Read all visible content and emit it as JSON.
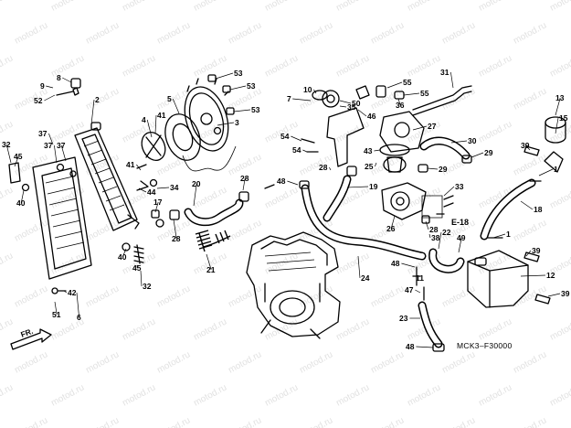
{
  "diagram": {
    "drawing_code": "MCK3–F30000",
    "reference_mark": "E-18",
    "direction_label": "FR.",
    "watermark": "motod.ru",
    "callouts": [
      {
        "label": "1"
      },
      {
        "label": "1"
      },
      {
        "label": "2"
      },
      {
        "label": "3"
      },
      {
        "label": "4"
      },
      {
        "label": "5"
      },
      {
        "label": "6"
      },
      {
        "label": "7"
      },
      {
        "label": "8"
      },
      {
        "label": "9"
      },
      {
        "label": "10"
      },
      {
        "label": "11"
      },
      {
        "label": "12"
      },
      {
        "label": "13"
      },
      {
        "label": "15"
      },
      {
        "label": "17"
      },
      {
        "label": "18"
      },
      {
        "label": "19"
      },
      {
        "label": "20"
      },
      {
        "label": "21"
      },
      {
        "label": "22"
      },
      {
        "label": "23"
      },
      {
        "label": "24"
      },
      {
        "label": "25"
      },
      {
        "label": "26"
      },
      {
        "label": "27"
      },
      {
        "label": "28"
      },
      {
        "label": "28"
      },
      {
        "label": "28"
      },
      {
        "label": "28"
      },
      {
        "label": "29"
      },
      {
        "label": "29"
      },
      {
        "label": "30"
      },
      {
        "label": "31"
      },
      {
        "label": "32"
      },
      {
        "label": "32"
      },
      {
        "label": "33"
      },
      {
        "label": "34"
      },
      {
        "label": "35"
      },
      {
        "label": "36"
      },
      {
        "label": "37"
      },
      {
        "label": "37"
      },
      {
        "label": "37"
      },
      {
        "label": "38"
      },
      {
        "label": "39"
      },
      {
        "label": "39"
      },
      {
        "label": "39"
      },
      {
        "label": "40"
      },
      {
        "label": "40"
      },
      {
        "label": "41"
      },
      {
        "label": "41"
      },
      {
        "label": "42"
      },
      {
        "label": "43"
      },
      {
        "label": "44"
      },
      {
        "label": "45"
      },
      {
        "label": "45"
      },
      {
        "label": "46"
      },
      {
        "label": "47"
      },
      {
        "label": "48"
      },
      {
        "label": "48"
      },
      {
        "label": "48"
      },
      {
        "label": "49"
      },
      {
        "label": "50"
      },
      {
        "label": "51"
      },
      {
        "label": "52"
      },
      {
        "label": "53"
      },
      {
        "label": "53"
      },
      {
        "label": "53"
      },
      {
        "label": "54"
      },
      {
        "label": "54"
      },
      {
        "label": "55"
      },
      {
        "label": "55"
      }
    ]
  }
}
